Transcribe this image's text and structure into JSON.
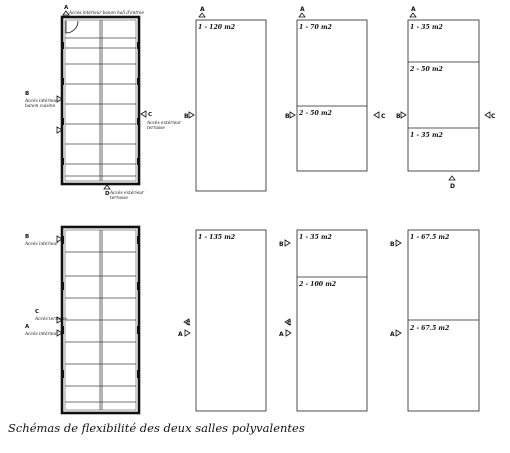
{
  "caption": "Schémas de flexibilité  des deux salles polyvalentes",
  "plan_top": {
    "letter_a": "A",
    "access_a": "Accès intérieur banon hall d'entrée",
    "letter_b": "B",
    "access_b_1": "Accès intérieur",
    "access_b_2": "banon cuisine",
    "letter_c": "C",
    "access_c_1": "Accès extérieur",
    "access_c_2": "terrasse",
    "letter_d": "D",
    "access_d_1": "Accès extérieur",
    "access_d_2": "terrasse"
  },
  "plan_bottom": {
    "letter_b": "B",
    "access_b": "Accès intérieur",
    "letter_c": "C",
    "access_c": "Accès terrasse",
    "letter_a": "A",
    "access_a": "Accès intérieur"
  },
  "row1": {
    "s1": {
      "a": "A",
      "b": "B",
      "room1": "1 - 120 m2"
    },
    "s2": {
      "a": "A",
      "b": "B",
      "c": "C",
      "room1": "1 - 70 m2",
      "room2": "2 - 50 m2"
    },
    "s3": {
      "a": "A",
      "b": "B",
      "c": "C",
      "d": "D",
      "room1": "1 - 35 m2",
      "room2": "2 - 50 m2",
      "room3": "1 - 35 m2"
    }
  },
  "row2": {
    "s1": {
      "a": "A",
      "c": "C",
      "room1": "1 - 135 m2"
    },
    "s2": {
      "a": "A",
      "b": "B",
      "c": "C",
      "room1": "1 - 35 m2",
      "room2": "2 - 100 m2"
    },
    "s3": {
      "a": "A",
      "b": "B",
      "room1": "1 - 67.5 m2",
      "room2": "2 - 67.5 m2"
    }
  }
}
